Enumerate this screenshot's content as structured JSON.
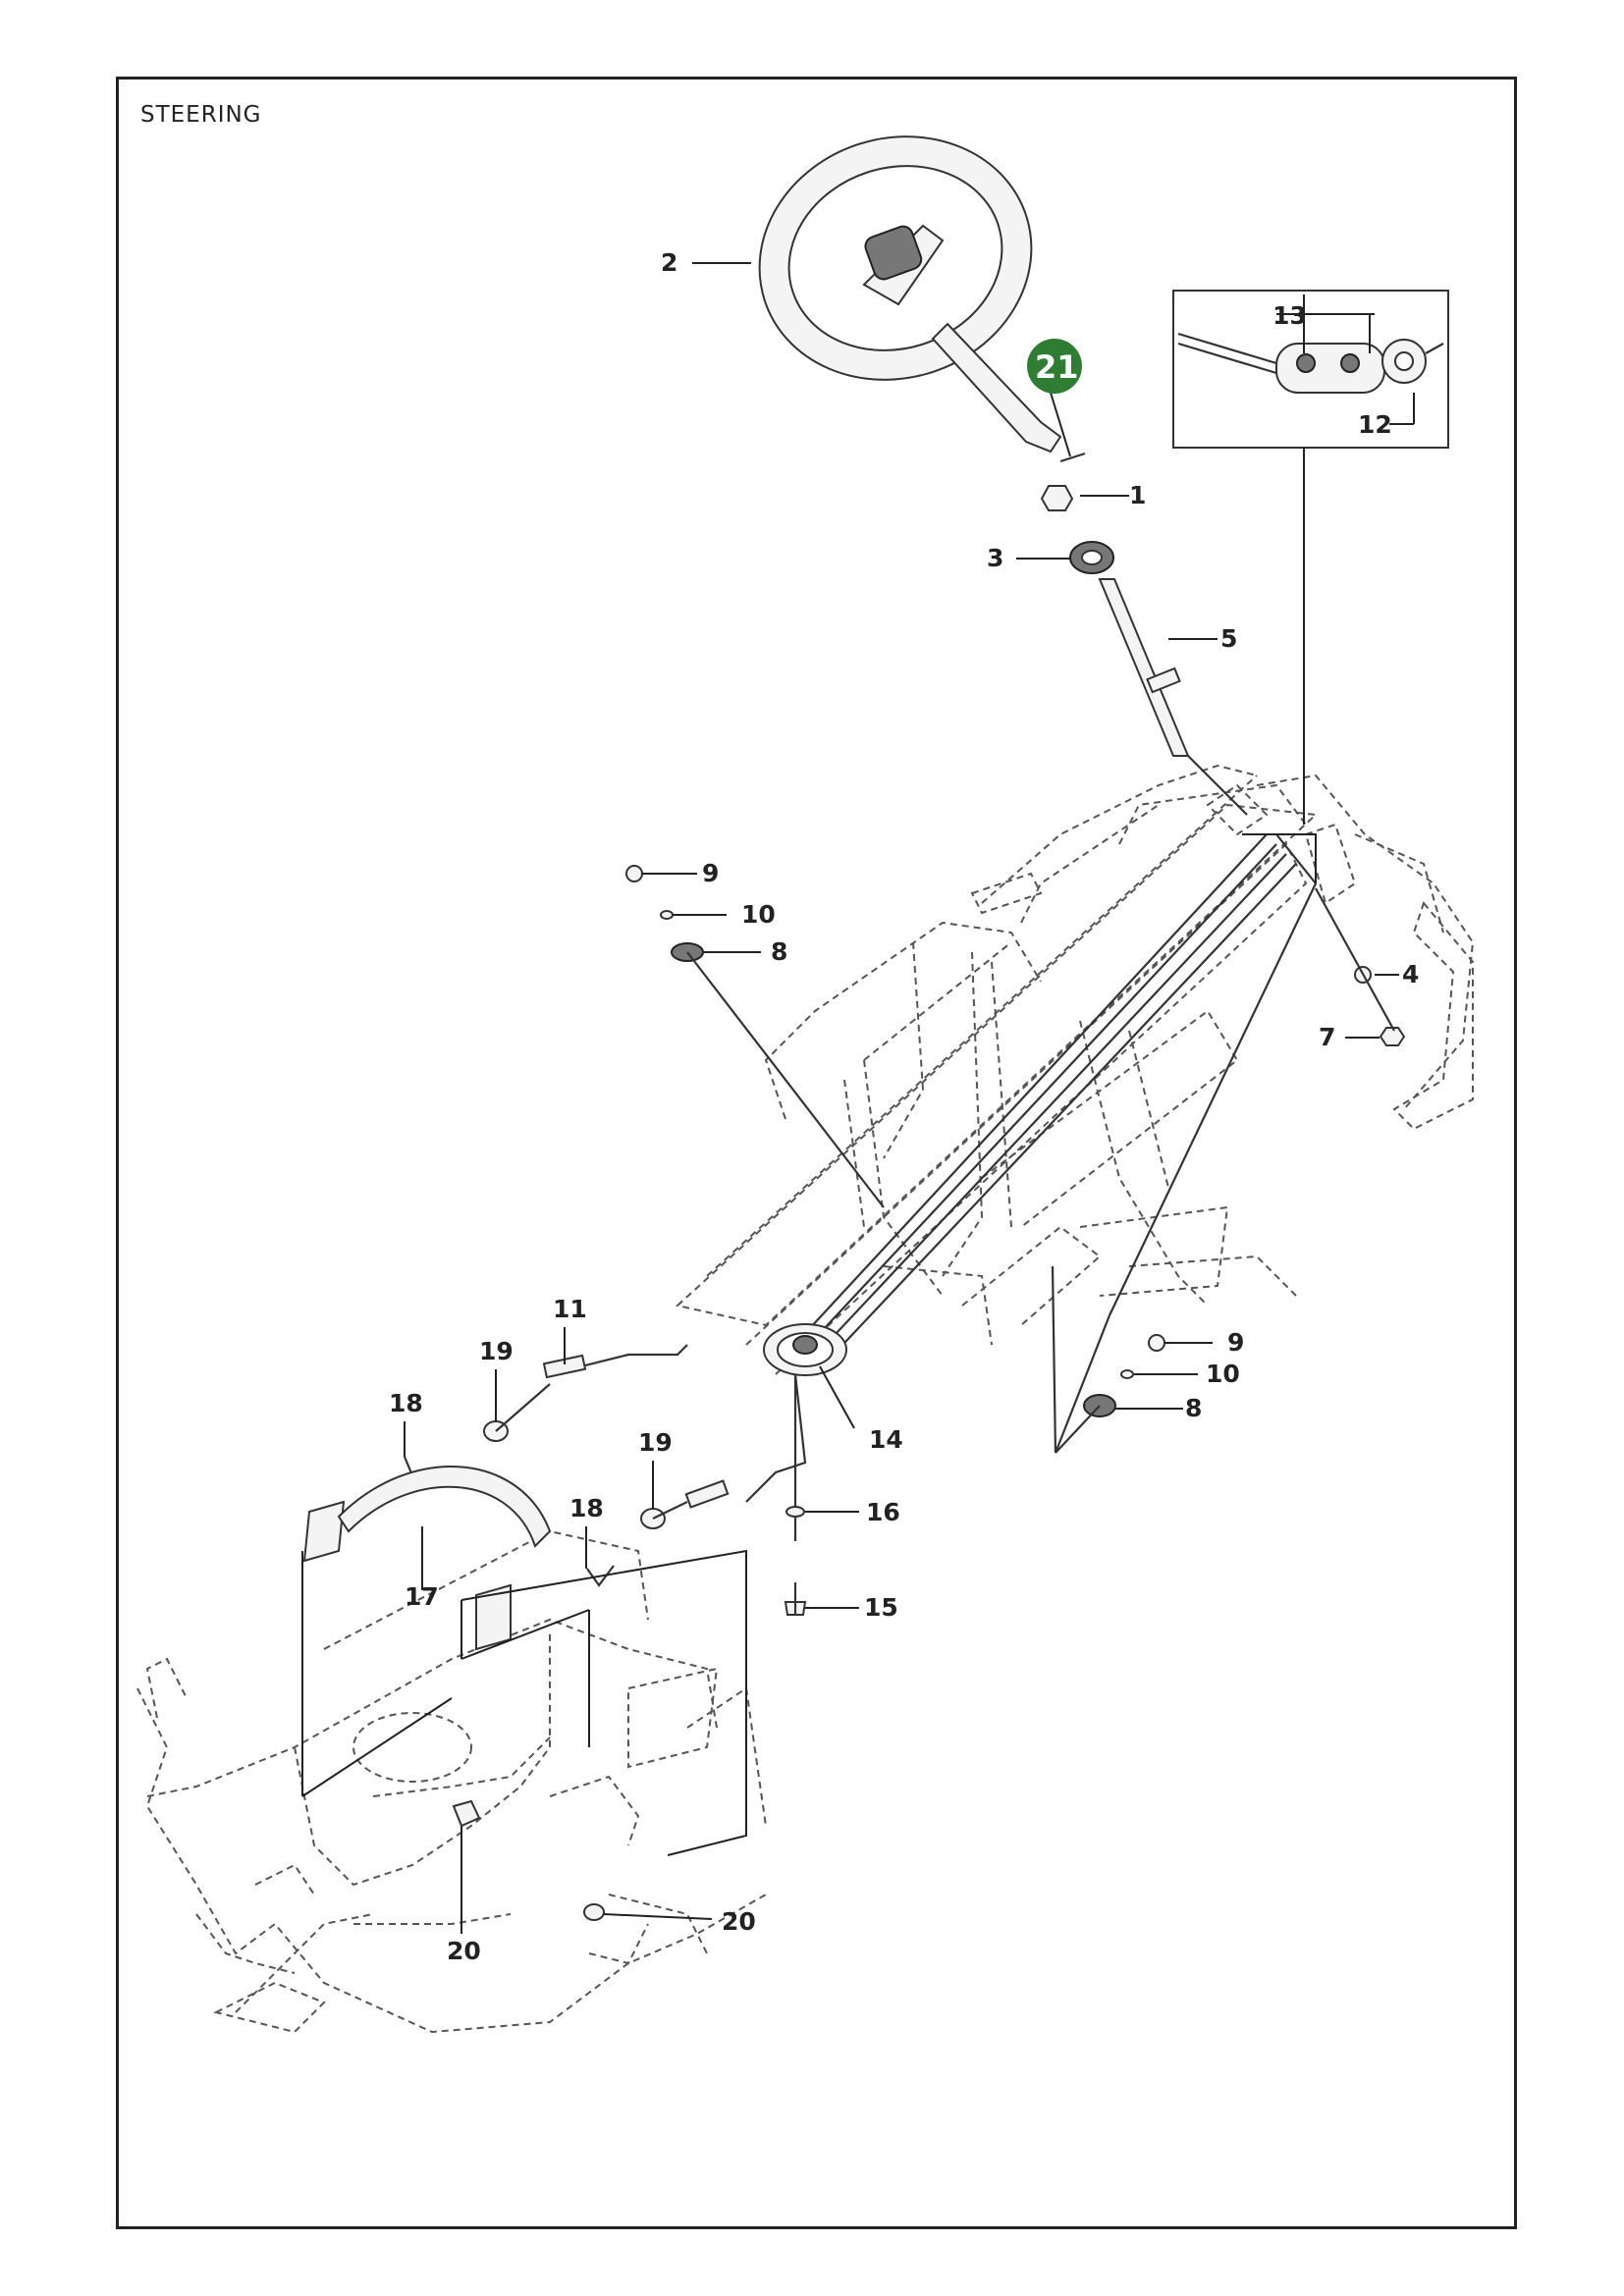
{
  "title": "STEERING",
  "highlight_color": "#2e7d32",
  "callouts": [
    {
      "id": "c1",
      "text": "1"
    },
    {
      "id": "c2",
      "text": "2"
    },
    {
      "id": "c3",
      "text": "3"
    },
    {
      "id": "c4",
      "text": "4"
    },
    {
      "id": "c5",
      "text": "5"
    },
    {
      "id": "c7",
      "text": "7"
    },
    {
      "id": "c8a",
      "text": "8"
    },
    {
      "id": "c8b",
      "text": "8"
    },
    {
      "id": "c9a",
      "text": "9"
    },
    {
      "id": "c9b",
      "text": "9"
    },
    {
      "id": "c10a",
      "text": "10"
    },
    {
      "id": "c10b",
      "text": "10"
    },
    {
      "id": "c11",
      "text": "11"
    },
    {
      "id": "c12",
      "text": "12"
    },
    {
      "id": "c13",
      "text": "13"
    },
    {
      "id": "c14",
      "text": "14"
    },
    {
      "id": "c15",
      "text": "15"
    },
    {
      "id": "c16",
      "text": "16"
    },
    {
      "id": "c17",
      "text": "17"
    },
    {
      "id": "c18a",
      "text": "18"
    },
    {
      "id": "c18b",
      "text": "18"
    },
    {
      "id": "c19a",
      "text": "19"
    },
    {
      "id": "c19b",
      "text": "19"
    },
    {
      "id": "c20a",
      "text": "20"
    },
    {
      "id": "c20b",
      "text": "20"
    },
    {
      "id": "c21",
      "text": "21"
    }
  ]
}
